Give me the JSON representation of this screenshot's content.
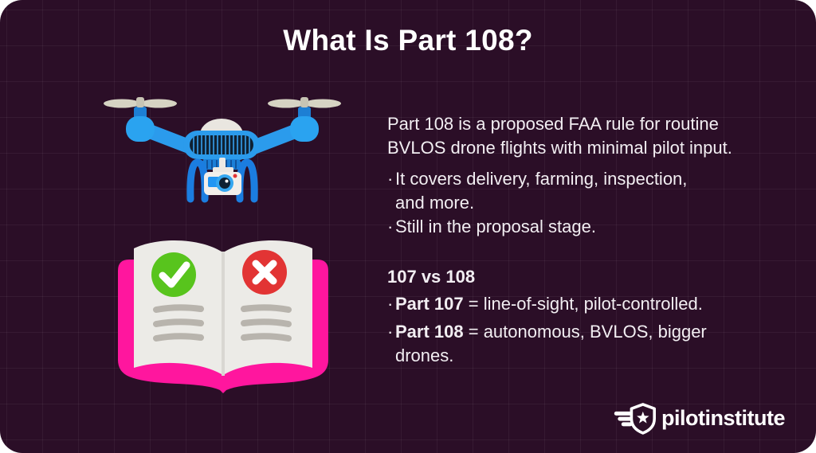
{
  "title": "What Is Part 108?",
  "overview": {
    "bullet_char": "·",
    "paragraph_lines": [
      "Part 108 is a proposed FAA rule for routine",
      "BVLOS drone flights with minimal pilot input."
    ],
    "bullets": [
      {
        "lines": [
          "It covers delivery, farming, inspection,",
          "and more."
        ]
      },
      {
        "lines": [
          "Still in the proposal stage."
        ]
      }
    ]
  },
  "comparison": {
    "heading": "107 vs 108",
    "items": [
      {
        "term": "Part 107",
        "definition": " = line-of-sight, pilot-controlled."
      },
      {
        "term": "Part 108",
        "definition": " = autonomous, BVLOS, bigger",
        "definition_line2": "drones."
      }
    ]
  },
  "brand": {
    "name": "pilotinstitute"
  },
  "icons": {
    "check": "check-icon",
    "cross": "cross-icon",
    "brand_badge": "winged-shield-star-icon"
  },
  "colors": {
    "canvas_background": "#2b0e27",
    "grid_line": "rgba(255,255,255,0.05)",
    "title_text": "#ffffff",
    "body_text": "#f2eef2",
    "accent_pink": "#ff169e",
    "drone_blue": "#2b9bec",
    "drone_dark_blue": "#1a7fd8",
    "grille_navy": "#0e2133",
    "check_green": "#58c41d",
    "cross_red": "#e23434",
    "page_gray": "#ecebe7"
  }
}
